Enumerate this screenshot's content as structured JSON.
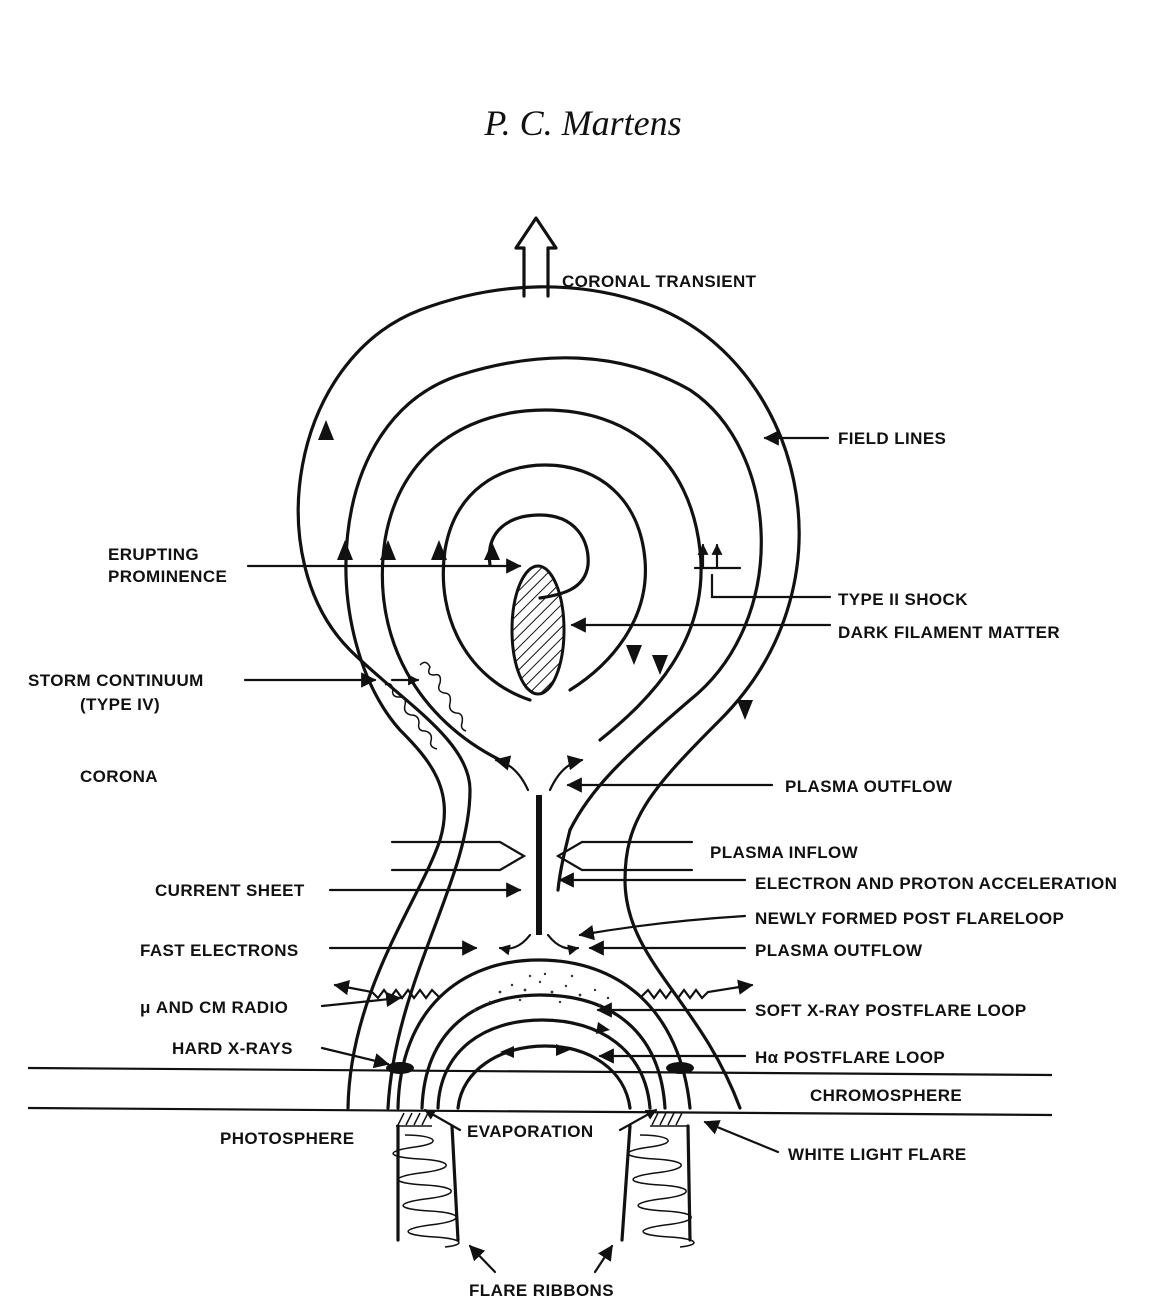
{
  "author": "P. C. Martens",
  "labels": {
    "coronal_transient": "CORONAL TRANSIENT",
    "field_lines": "FIELD LINES",
    "erupting_line1": "ERUPTING",
    "erupting_line2": "PROMINENCE",
    "type_ii_shock": "TYPE II SHOCK",
    "dark_filament": "DARK FILAMENT MATTER",
    "storm_line1": "STORM CONTINUUM",
    "storm_line2": "(TYPE IV)",
    "corona": "CORONA",
    "plasma_outflow_top": "PLASMA OUTFLOW",
    "plasma_inflow": "PLASMA INFLOW",
    "current_sheet": "CURRENT SHEET",
    "electron_proton": "ELECTRON AND PROTON ACCELERATION",
    "newly_formed": "NEWLY FORMED POST FLARELOOP",
    "fast_electrons": "FAST ELECTRONS",
    "plasma_outflow_bottom": "PLASMA OUTFLOW",
    "radio": "μ AND CM RADIO",
    "soft_xray": "SOFT X-RAY POSTFLARE LOOP",
    "hard_xrays": "HARD X-RAYS",
    "halpha": "Hα POSTFLARE LOOP",
    "chromosphere": "CHROMOSPHERE",
    "photosphere": "PHOTOSPHERE",
    "evaporation": "EVAPORATION",
    "white_light": "WHITE LIGHT FLARE",
    "flare_ribbons": "FLARE RIBBONS"
  }
}
